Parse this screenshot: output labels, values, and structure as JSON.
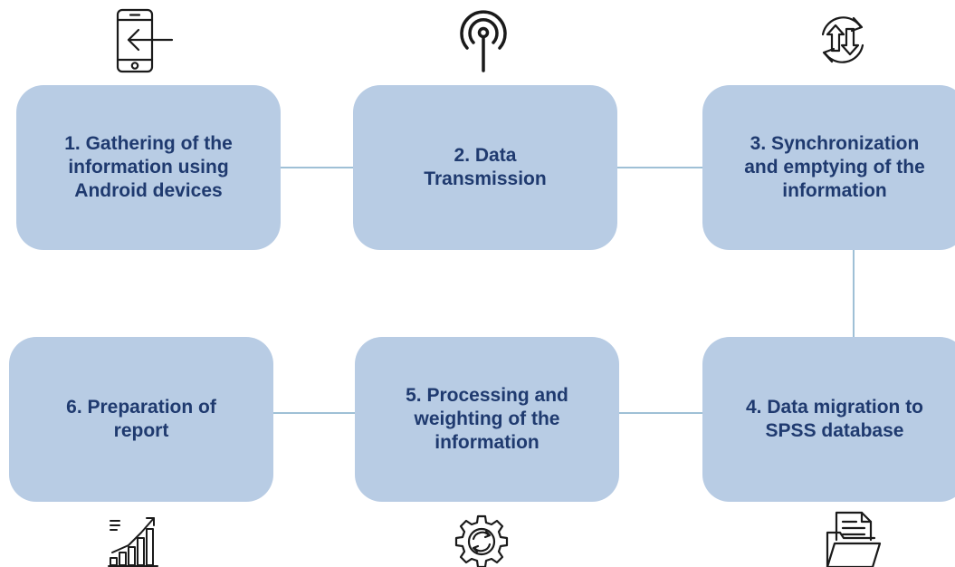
{
  "steps": [
    {
      "label": "1. Gathering of the\ninformation using\nAndroid devices",
      "icon": "mobile-phone-arrow-icon"
    },
    {
      "label": "2. Data\nTransmission",
      "icon": "antenna-signal-icon"
    },
    {
      "label": "3. Synchronization\nand emptying of the\ninformation",
      "icon": "sync-arrows-icon"
    },
    {
      "label": "4. Data migration to\nSPSS database",
      "icon": "document-folder-icon"
    },
    {
      "label": "5. Processing and\nweighting of the\ninformation",
      "icon": "gear-sync-icon"
    },
    {
      "label": "6. Preparation of\nreport",
      "icon": "growth-chart-icon"
    }
  ],
  "colors": {
    "box_fill": "#b8cce4",
    "label_text": "#1f3a6f",
    "connector": "#9fc0d6",
    "icon_stroke": "#1a1a1a"
  }
}
